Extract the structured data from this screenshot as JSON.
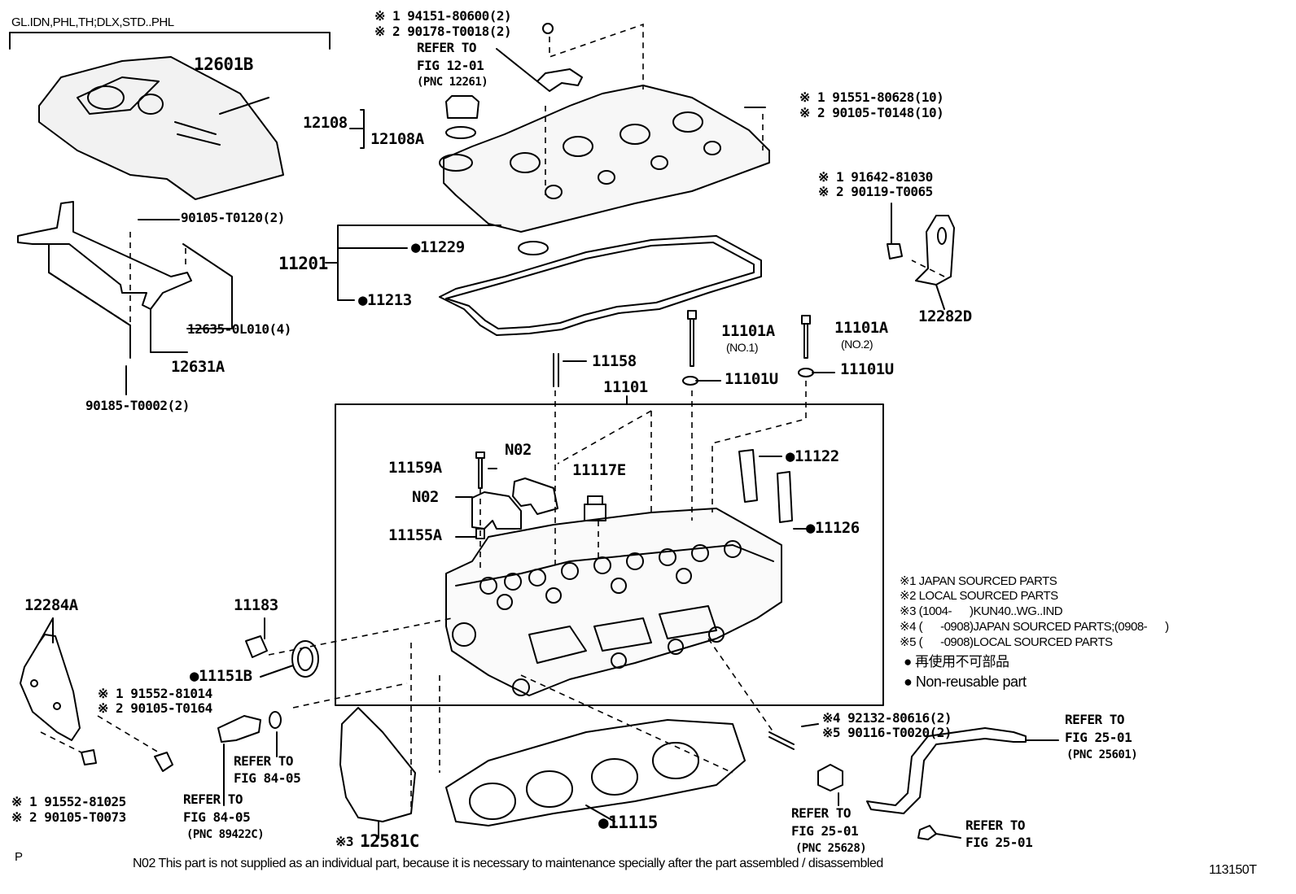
{
  "variant_header": "GL.IDN,PHL,TH;DLX,STD..PHL",
  "parts": {
    "p12601B": "12601B",
    "p12108": "12108",
    "p12108A": "12108A",
    "p11201": "11201",
    "p11229": "11229",
    "p11213": "11213",
    "p90105_T0120": "90105-T0120(2)",
    "p12635": "12635-0L010(4)",
    "p12631A": "12631A",
    "p90185": "90185-T0002(2)",
    "p194151_1": "※ 1 94151-80600(2)",
    "p194151_2": "※ 2 90178-T0018(2)",
    "p191551_1": "※ 1 91551-80628(10)",
    "p191551_2": "※ 2 90105-T0148(10)",
    "p191642_1": "※ 1 91642-81030",
    "p191642_2": "※ 2 90119-T0065",
    "p12282D": "12282D",
    "p11101A_1": "11101A",
    "p11101A_1sub": "(NO.1)",
    "p11101A_2": "11101A",
    "p11101A_2sub": "(NO.2)",
    "p11158": "11158",
    "p11101U_1": "11101U",
    "p11101U_2": "11101U",
    "p11101": "11101",
    "p11159A": "11159A",
    "pN02a": "N02",
    "pN02b": "N02",
    "p11117E": "11117E",
    "p11122": "11122",
    "p11126": "11126",
    "p11155A": "11155A",
    "p12284A": "12284A",
    "p11183": "11183",
    "p11151B": "11151B",
    "p191552_1": "※ 1 91552-81014",
    "p191552_2": "※ 2 90105-T0164",
    "p191552b_1": "※ 1 91552-81025",
    "p191552b_2": "※ 2 90105-T0073",
    "p12581C": "12581C",
    "p12581C_pre": "※3",
    "p11115": "11115",
    "p92132_1": "※4 92132-80616(2)",
    "p92132_2": "※5 90116-T0020(2)"
  },
  "refs": {
    "ref_12_01_a": "REFER TO",
    "ref_12_01_b": "FIG 12-01",
    "ref_12_01_c": "(PNC 12261)",
    "ref_84_05a_a": "REFER TO",
    "ref_84_05a_b": "FIG 84-05",
    "ref_84_05b_a": "REFER TO",
    "ref_84_05b_b": "FIG 84-05",
    "ref_84_05b_c": "(PNC 89422C)",
    "ref_25_01a_a": "REFER TO",
    "ref_25_01a_b": "FIG 25-01",
    "ref_25_01a_c": "(PNC 25628)",
    "ref_25_01b_a": "REFER TO",
    "ref_25_01b_b": "FIG 25-01",
    "ref_25_01b_c": "(PNC 25601)",
    "ref_25_01c_a": "REFER TO",
    "ref_25_01c_b": "FIG 25-01"
  },
  "legend": {
    "l1": "※1 JAPAN SOURCED PARTS",
    "l2": "※2 LOCAL SOURCED PARTS",
    "l3": "※3 (1004-      )KUN40..WG..IND",
    "l4": "※4 (      -0908)JAPAN SOURCED PARTS;(0908-      )",
    "l5": "※5 (      -0908)LOCAL SOURCED PARTS",
    "l6": "再使用不可部品",
    "l7": "Non-reusable part"
  },
  "footer": {
    "corner_p": "P",
    "note": "N02 This part is not supplied as an individual part, because it is necessary to maintenance specially after the part assembled / disassembled",
    "figure_id": "113150T"
  }
}
